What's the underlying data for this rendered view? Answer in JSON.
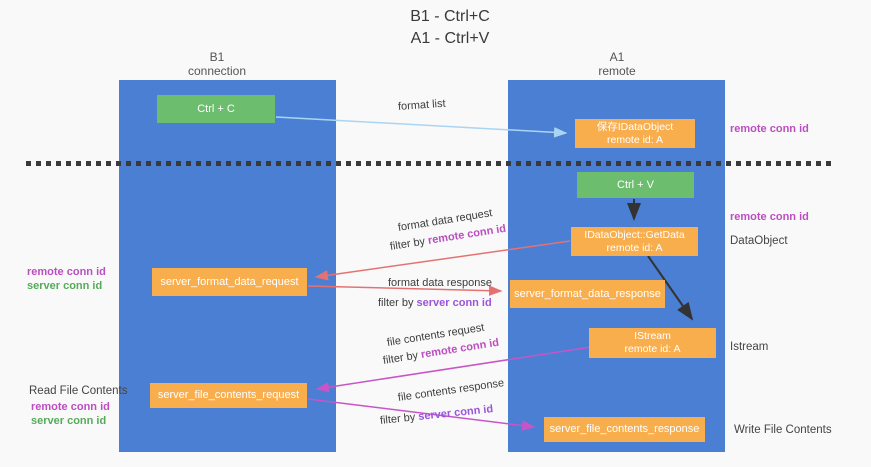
{
  "title": {
    "line1": "B1 - Ctrl+C",
    "line2": "A1 - Ctrl+V"
  },
  "columns": {
    "left": {
      "name": "B1",
      "role": "connection"
    },
    "right": {
      "name": "A1",
      "role": "remote"
    }
  },
  "boxes": {
    "ctrl_c": {
      "label": "Ctrl + C"
    },
    "save_dataobject": {
      "line1": "保存IDataObject",
      "line2": "remote id: A"
    },
    "ctrl_v": {
      "label": "Ctrl + V"
    },
    "getdata": {
      "line1": "IDataObject::GetData",
      "line2": "remote id: A"
    },
    "format_request": {
      "label": "server_format_data_request"
    },
    "format_response": {
      "label": "server_format_data_response"
    },
    "istream": {
      "line1": "IStream",
      "line2": "remote id: A"
    },
    "file_request": {
      "label": "server_file_contents_request"
    },
    "file_response": {
      "label": "server_file_contents_response"
    }
  },
  "side_labels": {
    "remote_conn_id": "remote conn id",
    "server_conn_id": "server conn id",
    "dataobject": "DataObject",
    "istream": "Istream",
    "read_file_contents": "Read File Contents",
    "write_file_contents": "Write File Contents"
  },
  "flow_labels": {
    "format_list": "format list",
    "format_data_request": "format data request",
    "format_data_response": "format data response",
    "file_contents_request": "file contents request",
    "file_contents_response": "file contents response",
    "filter_by": "filter by ",
    "remote_conn_id": "remote conn id",
    "server_conn_id": "server conn id"
  },
  "colors": {
    "column_blue": "#4a7fd4",
    "box_green": "#6dbd6f",
    "box_orange": "#f9ae4d",
    "arrow_black": "#333333",
    "arrow_light_blue": "#aad5f2",
    "arrow_salmon": "#e57272",
    "arrow_magenta": "#c855c8",
    "text_magenta": "#bb4ec0",
    "text_green": "#55ab5a",
    "text_purple": "#9a55d8"
  }
}
